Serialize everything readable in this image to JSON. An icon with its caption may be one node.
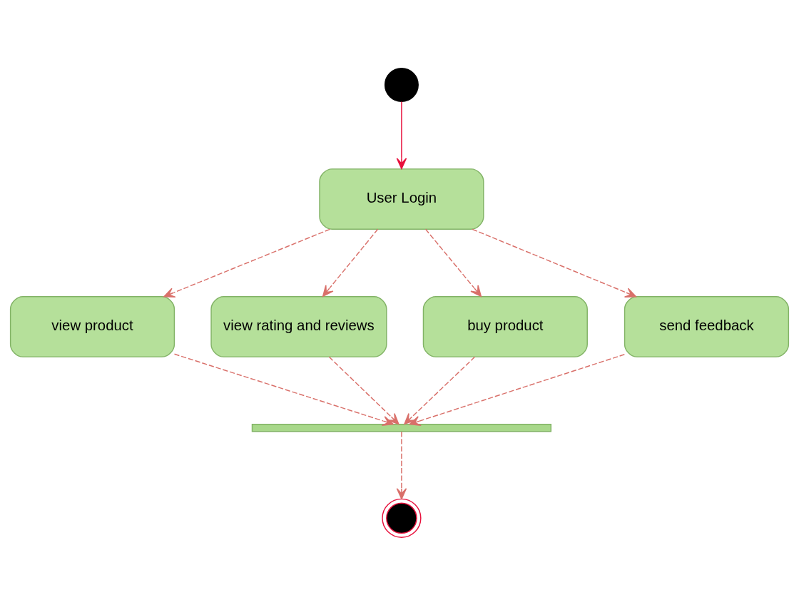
{
  "diagram": {
    "nodes": [
      {
        "text": [],
        "shape": "circle"
      },
      {
        "text": [
          "User Login"
        ]
      },
      {
        "text": [
          "view product"
        ]
      },
      {
        "text": [
          "view rating and reviews"
        ]
      },
      {
        "text": [
          "buy product"
        ]
      },
      {
        "text": [
          "send feedback"
        ]
      },
      {
        "text": [],
        "shape": "bar"
      },
      {
        "text": [],
        "shape": "circle"
      }
    ],
    "edges": [
      {
        "from": 0,
        "to": 1,
        "arrow": "to",
        "color": "#e8103c"
      },
      {
        "from": 1,
        "to": 2,
        "arrow": "to",
        "style": "dashed"
      },
      {
        "from": 1,
        "to": 3,
        "arrow": "to",
        "style": "dashed"
      },
      {
        "from": 1,
        "to": 4,
        "arrow": "to",
        "style": "dashed"
      },
      {
        "from": 1,
        "to": 5,
        "arrow": "to",
        "style": "dashed"
      },
      {
        "from": 2,
        "to": 6,
        "arrow": "to",
        "style": "dashed"
      },
      {
        "from": 3,
        "to": 6,
        "arrow": "to",
        "style": "dashed"
      },
      {
        "from": 4,
        "to": 6,
        "arrow": "to",
        "style": "dashed"
      },
      {
        "from": 5,
        "to": 6,
        "arrow": "to",
        "style": "dashed"
      },
      {
        "from": 6,
        "to": 7,
        "arrow": "to",
        "style": "dashed"
      }
    ]
  }
}
